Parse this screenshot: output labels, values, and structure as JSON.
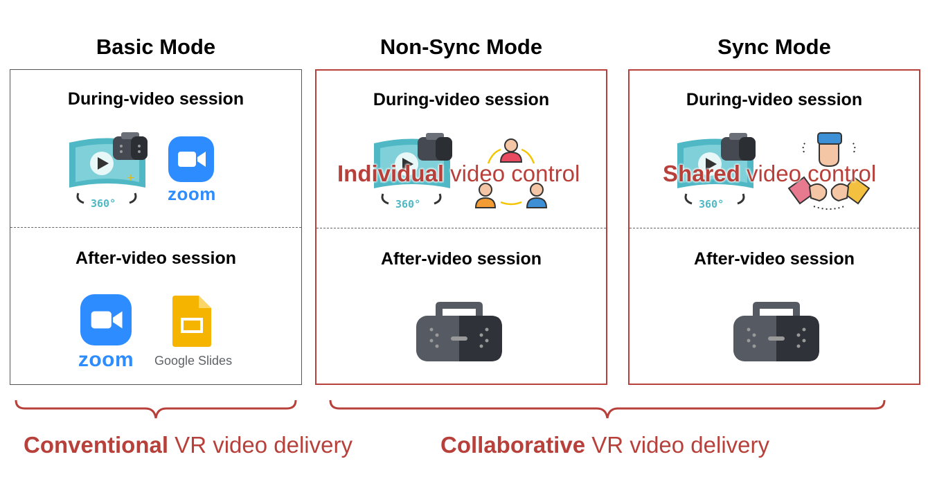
{
  "modes": {
    "basic": {
      "title": "Basic Mode",
      "during": "During-video session",
      "after": "After-video session",
      "zoom_label_small": "zoom",
      "zoom_label_large": "zoom",
      "slides_label": "Google Slides",
      "badge_360": "360°"
    },
    "nonsync": {
      "title": "Non-Sync Mode",
      "during": "During-video session",
      "after": "After-video session",
      "overlay_bold": "Individual",
      "overlay_rest": " video control",
      "badge_360": "360°"
    },
    "sync": {
      "title": "Sync Mode",
      "during": "During-video session",
      "after": "After-video session",
      "overlay_bold": "Shared",
      "overlay_rest": " video control",
      "badge_360": "360°"
    }
  },
  "captions": {
    "conventional_bold": "Conventional",
    "conventional_rest": " VR video delivery",
    "collaborative_bold": "Collaborative",
    "collaborative_rest": " VR video delivery"
  },
  "colors": {
    "accent_red": "#b8403a",
    "zoom_blue": "#2d8cff",
    "slides_yellow": "#f4b400",
    "screen_teal": "#4fb8c4"
  },
  "icons": [
    "vr-360-video-icon",
    "zoom-icon",
    "google-slides-icon",
    "users-cycle-icon",
    "vr-headset-icon",
    "fist-bump-icon"
  ]
}
